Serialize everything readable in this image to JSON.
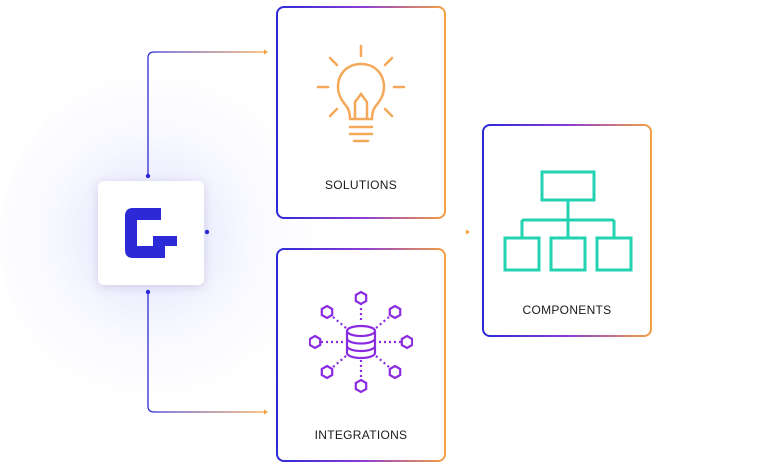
{
  "cards": {
    "solutions": {
      "label": "SOLUTIONS"
    },
    "components": {
      "label": "COMPONENTS"
    },
    "integrations": {
      "label": "INTEGRATIONS"
    }
  },
  "colors": {
    "brand_blue": "#2b2ad6",
    "accent_orange": "#f5a142",
    "accent_purple": "#8a3bd6",
    "teal": "#22d3b2",
    "icon_orange": "#f4a95a"
  },
  "icons": {
    "logo": "brand-logo-icon",
    "solutions": "lightbulb-icon",
    "components": "hierarchy-icon",
    "integrations": "database-network-icon"
  }
}
